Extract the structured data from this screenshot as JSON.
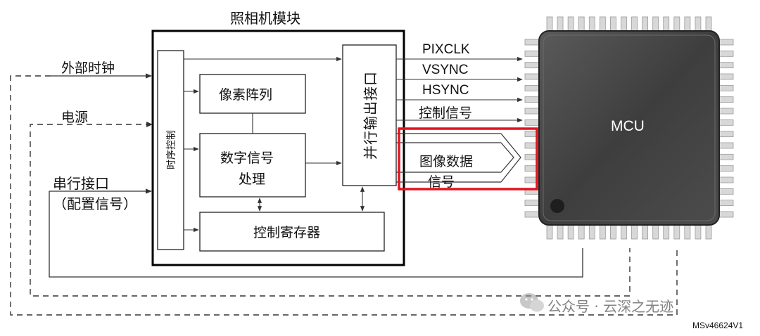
{
  "camera_module": {
    "title": "照相机模块",
    "timing_control": "时序控制",
    "pixel_array": "像素阵列",
    "dsp_line1": "数字信号",
    "dsp_line2": "处理",
    "control_registers": "控制寄存器",
    "parallel_output": "并行输出接口"
  },
  "inputs": {
    "external_clock": "外部时钟",
    "power": "电源",
    "serial_line1": "串行接口",
    "serial_line2": "（配置信号）"
  },
  "outputs": {
    "pixclk": "PIXCLK",
    "vsync": "VSYNC",
    "hsync": "HSYNC",
    "control_signal": "控制信号",
    "image_data_line1": "图像数据",
    "image_data_line2": "信号"
  },
  "mcu": {
    "label": "MCU"
  },
  "watermark": "公众号 · 云深之无迹",
  "figure_id": "MSv46624V1",
  "colors": {
    "highlight": "#e0141e",
    "chip_body": "#4a4a4a",
    "pin": "#d8d8d8"
  }
}
